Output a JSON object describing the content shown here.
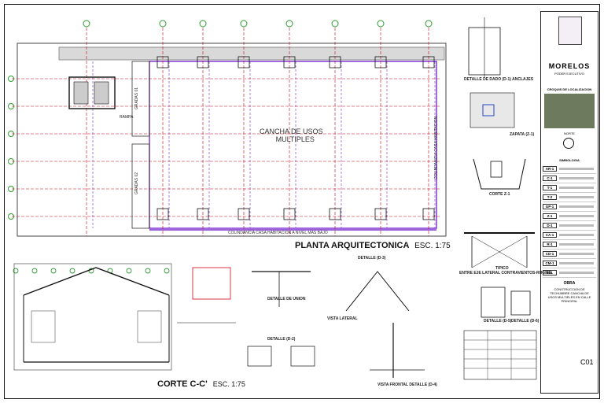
{
  "plan": {
    "court_label_line1": "CANCHA DE USOS",
    "court_label_line2": "MULTIPLES",
    "title": "PLANTA ARQUITECTONICA",
    "scale": "ESC. 1:75",
    "boundary_bottom": "COLINDANCIA CASA HABITACION A NIVEL MAS BAJO",
    "boundary_right": "COLINDANCIA CASA HABITACION",
    "stands_1": "GRADAS 01",
    "stands_2": "GRADAS 02",
    "ramp": "RAMPA"
  },
  "section": {
    "title": "CORTE C-C'",
    "scale": "ESC. 1:75"
  },
  "details": {
    "dado": "DETALLE DE DADO (D-1) ANCLAJES",
    "zapata": "ZAPATA (Z-1)",
    "corte_z1": "CORTE Z-1",
    "entre_eje": "ENTRE EJE LATERAL CONTRAVIENTOS-RUGIES",
    "union": "DETALLE DE UNION",
    "d3": "DETALLE (D-3)",
    "d2": "DETALLE (D-2)",
    "vista_lateral": "VISTA LATERAL",
    "vista_frontal": "VISTA FRONTAL DETALLE (D-4)",
    "d5": "DETALLE (D-5)",
    "d6": "DETALLE (D-6)",
    "tipico": "TIPICO"
  },
  "title_block": {
    "brand": "MORELOS",
    "brand_sub": "PODER EJECUTIVO",
    "location_label": "CROQUIS DE LOCALIZACION",
    "north_label": "NORTE",
    "legend_title": "SIMBOLOGIA",
    "legend_codes": [
      "AR-1",
      "C-1",
      "T-1",
      "T-2",
      "GP-1",
      "Z-1",
      "D-1",
      "CA-1",
      "R-1",
      "CD-1",
      "CM-1",
      "M-1"
    ],
    "obra_label": "OBRA",
    "obra_desc": "CONSTRUCCION DE TECHUMBRE CANCHA DE USOS MULTIPLES EN CALLE PRINCIPAL",
    "sheet_code": "C01"
  },
  "colors": {
    "axis": "#d0021b",
    "steel": "#7a2bd1",
    "marker": "#2e9e2e",
    "line": "#222222"
  }
}
